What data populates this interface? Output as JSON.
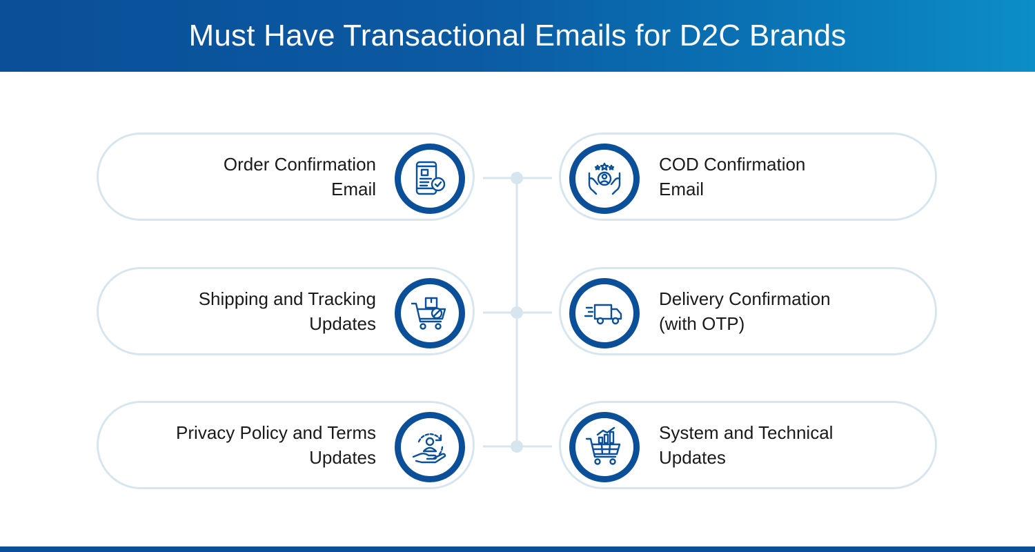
{
  "title": "Must Have Transactional Emails for D2C Brands",
  "colors": {
    "brand_blue": "#0a4f98",
    "card_border": "#d7e6ee",
    "connector": "#d7e6ee",
    "text": "#1a1a1a"
  },
  "items": [
    {
      "line1": "Order Confirmation",
      "line2": "Email",
      "icon": "mobile-order-check-icon"
    },
    {
      "line1": "COD Confirmation",
      "line2": "Email",
      "icon": "hands-user-stars-icon"
    },
    {
      "line1": "Shipping and Tracking",
      "line2": "Updates",
      "icon": "cart-package-icon"
    },
    {
      "line1": "Delivery Confirmation",
      "line2": "(with OTP)",
      "icon": "delivery-truck-icon"
    },
    {
      "line1": "Privacy Policy and Terms",
      "line2": "Updates",
      "icon": "hand-user-refresh-icon"
    },
    {
      "line1": "System and Technical",
      "line2": "Updates",
      "icon": "cart-chart-icon"
    }
  ]
}
